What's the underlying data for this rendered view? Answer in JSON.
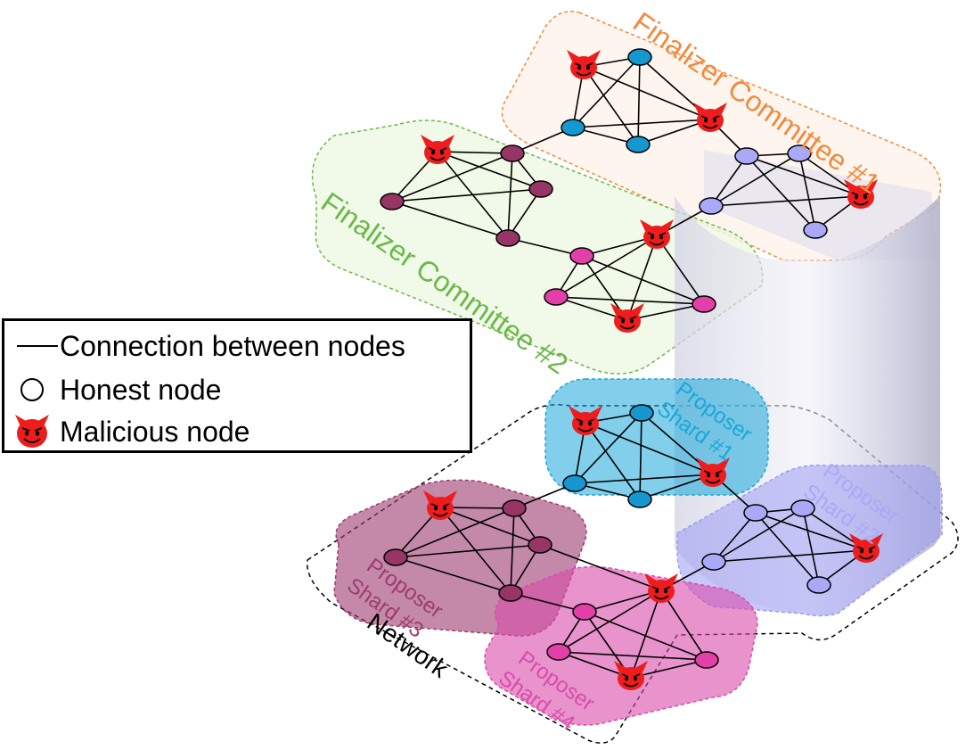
{
  "regions": {
    "finalizer_1": {
      "label": "Finalizer Committee #1",
      "color": "#F28A3E"
    },
    "finalizer_2": {
      "label": "Finalizer Committee #2",
      "color": "#6BB84A"
    },
    "network": {
      "label": "Network"
    },
    "shard_1": {
      "label_line1": "Proposer",
      "label_line2": "Shard #1",
      "color": "#1AA7D8"
    },
    "shard_2": {
      "label_line1": "Proposer",
      "label_line2": "Shard #2",
      "color": "#9A9AF2"
    },
    "shard_3": {
      "label_line1": "Proposer",
      "label_line2": "Shard #3",
      "color": "#9C3A6E"
    },
    "shard_4": {
      "label_line1": "Proposer",
      "label_line2": "Shard #4",
      "color": "#D94BAA"
    }
  },
  "legend": {
    "connection_label": "Connection between nodes",
    "honest_label": "Honest node",
    "malicious_label": "Malicious node"
  },
  "node_colors": {
    "committee_1_nodes": "#1797D0",
    "shard_2_nodes": "#A9A9F7",
    "committee_2_nodes": "#963566",
    "shard_4_nodes": "#E23FA8",
    "malicious": "#EE1C1C"
  }
}
